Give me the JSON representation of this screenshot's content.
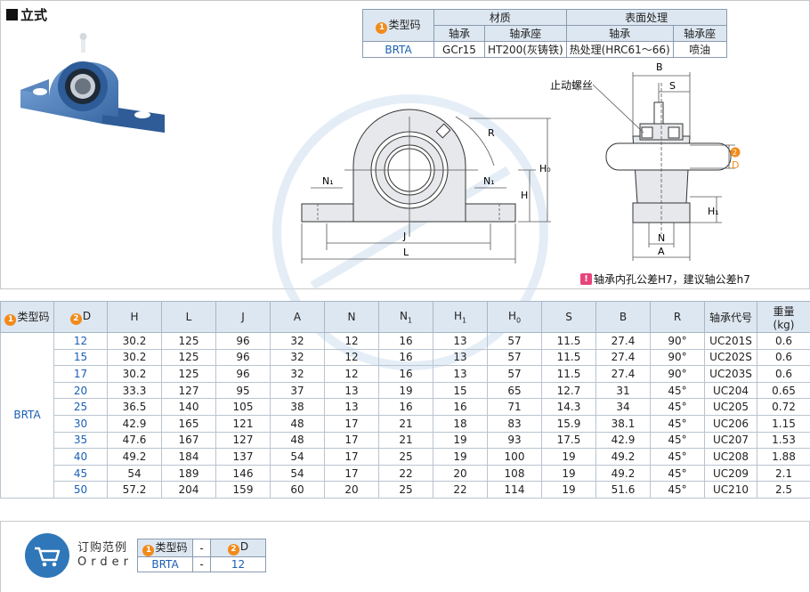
{
  "section": {
    "title": "立式"
  },
  "material_table": {
    "col_model": "类型码",
    "col_material": "材质",
    "col_surface": "表面处理",
    "sub_headers": [
      "轴承",
      "轴承座",
      "轴承",
      "轴承座"
    ],
    "row": [
      "BRTA",
      "GCr15",
      "HT200(灰铸铁)",
      "热处理(HRC61～66)",
      "喷油"
    ]
  },
  "drawing": {
    "setscrew_label": "止动螺丝",
    "front_labels": {
      "n1": "N₁",
      "r": "R",
      "h": "H",
      "h0": "H₀",
      "j": "J",
      "l": "L"
    },
    "side_labels": {
      "b": "B",
      "s": "S",
      "d": "D",
      "h1": "H₁",
      "n": "N",
      "a": "A"
    },
    "note": "轴承内孔公差H7，建议轴公差h7",
    "note_icon": "!",
    "badge_1": "1",
    "badge_2": "2"
  },
  "spec_table": {
    "headers": [
      "类型码",
      "D",
      "H",
      "L",
      "J",
      "A",
      "N",
      "N",
      "H",
      "H",
      "S",
      "B",
      "R",
      "轴承代号",
      "重量"
    ],
    "header_subs": {
      "n1": "1",
      "h1": "1",
      "h0": "0"
    },
    "weight_unit": "(kg)",
    "model": "BRTA",
    "rows": [
      [
        "12",
        "30.2",
        "125",
        "96",
        "32",
        "12",
        "16",
        "13",
        "57",
        "11.5",
        "27.4",
        "90°",
        "UC201S",
        "0.6"
      ],
      [
        "15",
        "30.2",
        "125",
        "96",
        "32",
        "12",
        "16",
        "13",
        "57",
        "11.5",
        "27.4",
        "90°",
        "UC202S",
        "0.6"
      ],
      [
        "17",
        "30.2",
        "125",
        "96",
        "32",
        "12",
        "16",
        "13",
        "57",
        "11.5",
        "27.4",
        "90°",
        "UC203S",
        "0.6"
      ],
      [
        "20",
        "33.3",
        "127",
        "95",
        "37",
        "13",
        "19",
        "15",
        "65",
        "12.7",
        "31",
        "45°",
        "UC204",
        "0.65"
      ],
      [
        "25",
        "36.5",
        "140",
        "105",
        "38",
        "13",
        "16",
        "16",
        "71",
        "14.3",
        "34",
        "45°",
        "UC205",
        "0.72"
      ],
      [
        "30",
        "42.9",
        "165",
        "121",
        "48",
        "17",
        "21",
        "18",
        "83",
        "15.9",
        "38.1",
        "45°",
        "UC206",
        "1.15"
      ],
      [
        "35",
        "47.6",
        "167",
        "127",
        "48",
        "17",
        "21",
        "19",
        "93",
        "17.5",
        "42.9",
        "45°",
        "UC207",
        "1.53"
      ],
      [
        "40",
        "49.2",
        "184",
        "137",
        "54",
        "17",
        "25",
        "19",
        "100",
        "19",
        "49.2",
        "45°",
        "UC208",
        "1.88"
      ],
      [
        "45",
        "54",
        "189",
        "146",
        "54",
        "17",
        "22",
        "20",
        "108",
        "19",
        "49.2",
        "45°",
        "UC209",
        "2.1"
      ],
      [
        "50",
        "57.2",
        "204",
        "159",
        "60",
        "20",
        "25",
        "22",
        "114",
        "19",
        "51.6",
        "45°",
        "UC210",
        "2.5"
      ]
    ]
  },
  "order": {
    "title_cn": "订购范例",
    "title_en": "Order",
    "header_model": "类型码",
    "header_dash": "-",
    "header_d": "D",
    "value_model": "BRTA",
    "value_dash": "-",
    "value_d": "12",
    "icon": "shopping-cart-icon"
  },
  "colors": {
    "accent_blue": "#2f77b8",
    "badge_orange": "#f28a1a",
    "note_pink": "#e8457b",
    "header_bg": "#dde7f1",
    "link_blue": "#1a5fb4"
  }
}
